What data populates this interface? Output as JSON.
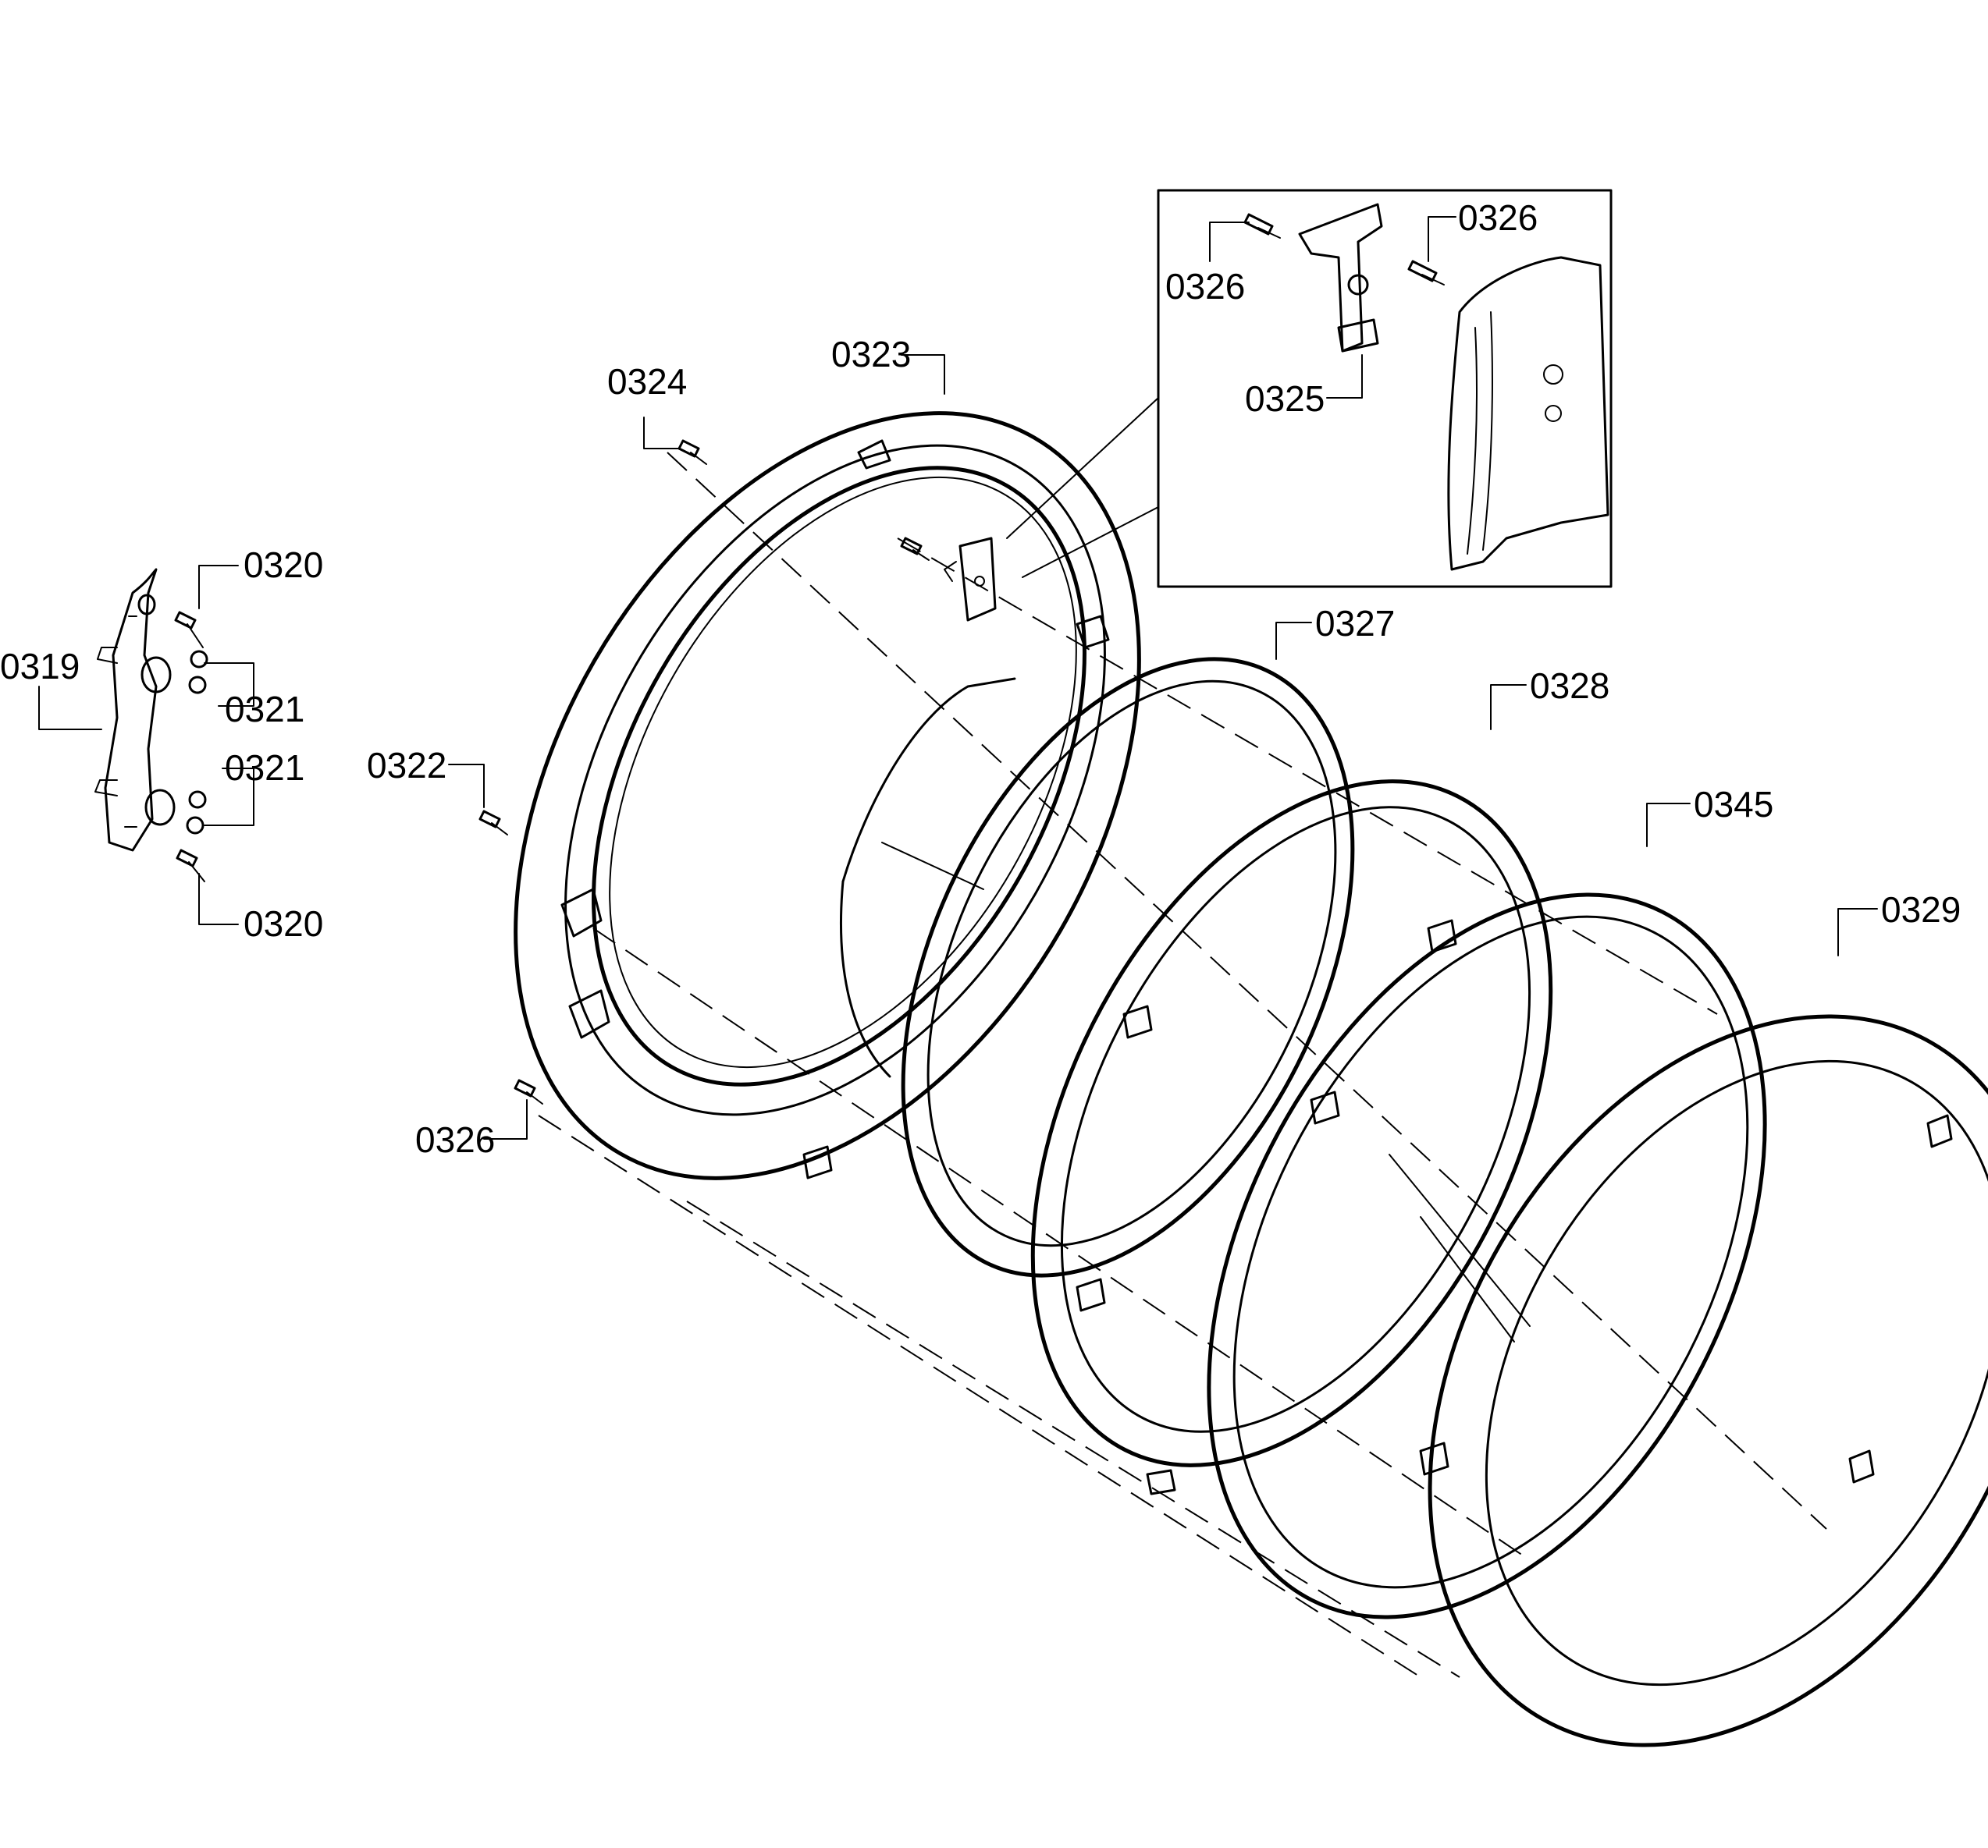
{
  "labels": {
    "p0319": "0319",
    "p0320_top": "0320",
    "p0320_bottom": "0320",
    "p0321_top": "0321",
    "p0321_bottom": "0321",
    "p0322": "0322",
    "p0323": "0323",
    "p0324": "0324",
    "p0325": "0325",
    "p0326_left": "0326",
    "p0326_inset_left": "0326",
    "p0326_inset_right": "0326",
    "p0327": "0327",
    "p0328": "0328",
    "p0345": "0345",
    "p0329": "0329"
  },
  "colors": {
    "ink": "#000000",
    "background": "#ffffff"
  }
}
